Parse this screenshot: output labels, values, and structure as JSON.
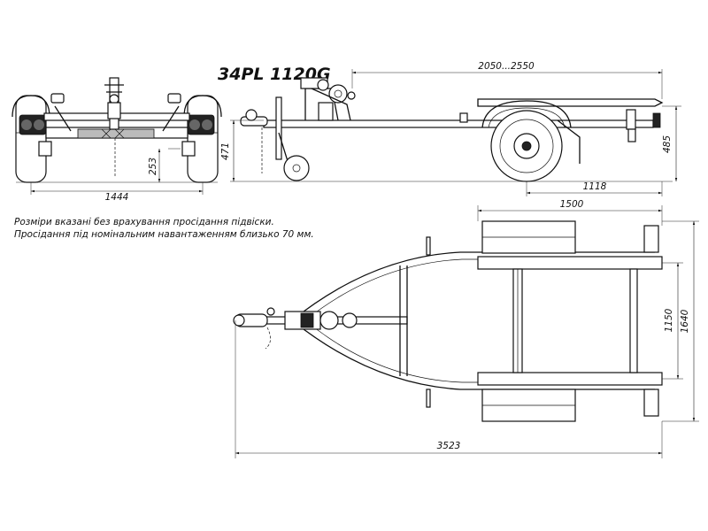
{
  "drawing": {
    "model": "34PL 1120G",
    "notes": [
      "Розміри вказані без врахування просідання підвіски.",
      "Просідання під номінальним навантаженням близько 70 мм."
    ],
    "dimensions": {
      "track_width": "1444",
      "hitch_height": "253",
      "frame_height": "471",
      "bunk_span": "2050...2550",
      "axle_to_rear": "1118",
      "rear_height": "485",
      "bunk_length": "1500",
      "bunk_spacing": "1150",
      "overall_width": "1640",
      "overall_length": "3523"
    }
  }
}
